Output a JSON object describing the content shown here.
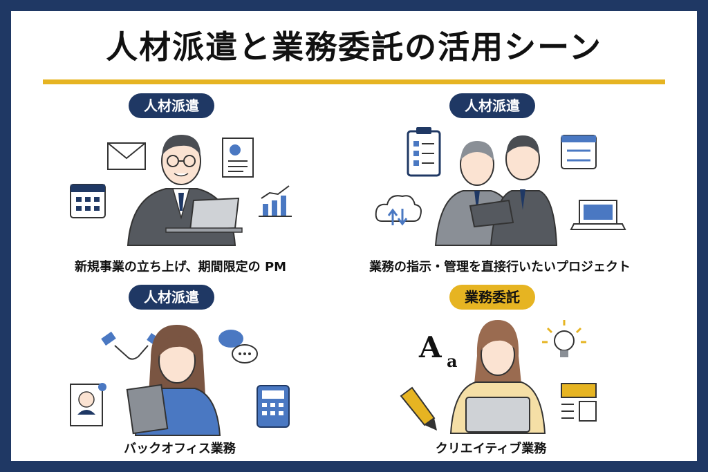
{
  "title": "人材派遣と業務委託の活用シーン",
  "scenes": [
    {
      "badge": "人材派遣",
      "caption": "新規事業の立ち上げ、期間限定の PM",
      "type": "navy"
    },
    {
      "badge": "人材派遣",
      "caption": "業務の指示・管理を直接行いたいプロジェクト",
      "type": "navy"
    },
    {
      "badge": "人材派遣",
      "caption": "バックオフィス業務",
      "type": "navy"
    },
    {
      "badge": "業務委託",
      "caption": "クリエイティブ業務",
      "type": "gold"
    }
  ],
  "decor": {
    "font_sample_big": "A",
    "font_sample_small": "a"
  },
  "colors": {
    "navy": "#1f3864",
    "gold": "#e6b422",
    "gray": "#8a8f96",
    "skin": "#fbe3d2"
  }
}
